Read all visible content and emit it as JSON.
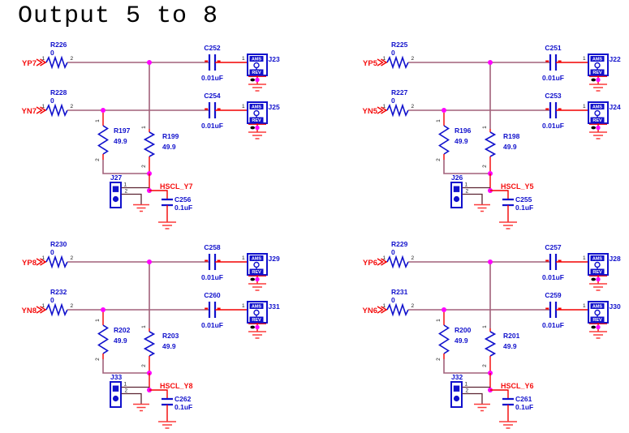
{
  "title": "Output 5 to 8",
  "pins": {
    "p1": "1",
    "p2": "2"
  },
  "connector_symbol": {
    "top": "AMS",
    "bottom": "REV"
  },
  "colors": {
    "wire": "#a2607a",
    "stub": "#f20000",
    "comp": "#1111cc",
    "dot": "#ff00ff",
    "net": "#f50f0f",
    "gnd": "#fb3b3b",
    "pinline": "#5c2433"
  },
  "quadrants": [
    {
      "id": "output-7",
      "position": "top-left",
      "rows": [
        {
          "port": "YP7",
          "resistor": {
            "ref": "R226",
            "value": "0"
          },
          "cap": {
            "ref": "C252",
            "value": "0.01uF"
          },
          "connector": "J23"
        },
        {
          "port": "YN7",
          "resistor": {
            "ref": "R228",
            "value": "0"
          },
          "cap": {
            "ref": "C254",
            "value": "0.01uF"
          },
          "connector": "J25"
        }
      ],
      "term_resistors": [
        {
          "ref": "R197",
          "value": "49.9"
        },
        {
          "ref": "R199",
          "value": "49.9"
        }
      ],
      "jumper": "J27",
      "net": "HSCL_Y7",
      "bypass_cap": {
        "ref": "C256",
        "value": "0.1uF"
      }
    },
    {
      "id": "output-5",
      "position": "top-right",
      "rows": [
        {
          "port": "YP5",
          "resistor": {
            "ref": "R225",
            "value": "0"
          },
          "cap": {
            "ref": "C251",
            "value": "0.01uF"
          },
          "connector": "J22"
        },
        {
          "port": "YN5",
          "resistor": {
            "ref": "R227",
            "value": "0"
          },
          "cap": {
            "ref": "C253",
            "value": "0.01uF"
          },
          "connector": "J24"
        }
      ],
      "term_resistors": [
        {
          "ref": "R196",
          "value": "49.9"
        },
        {
          "ref": "R198",
          "value": "49.9"
        }
      ],
      "jumper": "J26",
      "net": "HSCL_Y5",
      "bypass_cap": {
        "ref": "C255",
        "value": "0.1uF"
      }
    },
    {
      "id": "output-8",
      "position": "bottom-left",
      "rows": [
        {
          "port": "YP8",
          "resistor": {
            "ref": "R230",
            "value": "0"
          },
          "cap": {
            "ref": "C258",
            "value": "0.01uF"
          },
          "connector": "J29"
        },
        {
          "port": "YN8",
          "resistor": {
            "ref": "R232",
            "value": "0"
          },
          "cap": {
            "ref": "C260",
            "value": "0.01uF"
          },
          "connector": "J31"
        }
      ],
      "term_resistors": [
        {
          "ref": "R202",
          "value": "49.9"
        },
        {
          "ref": "R203",
          "value": "49.9"
        }
      ],
      "jumper": "J33",
      "net": "HSCL_Y8",
      "bypass_cap": {
        "ref": "C262",
        "value": "0.1uF"
      }
    },
    {
      "id": "output-6",
      "position": "bottom-right",
      "rows": [
        {
          "port": "YP6",
          "resistor": {
            "ref": "R229",
            "value": "0"
          },
          "cap": {
            "ref": "C257",
            "value": "0.01uF"
          },
          "connector": "J28"
        },
        {
          "port": "YN6",
          "resistor": {
            "ref": "R231",
            "value": "0"
          },
          "cap": {
            "ref": "C259",
            "value": "0.01uF"
          },
          "connector": "J30"
        }
      ],
      "term_resistors": [
        {
          "ref": "R200",
          "value": "49.9"
        },
        {
          "ref": "R201",
          "value": "49.9"
        }
      ],
      "jumper": "J32",
      "net": "HSCL_Y6",
      "bypass_cap": {
        "ref": "C261",
        "value": "0.1uF"
      }
    }
  ]
}
